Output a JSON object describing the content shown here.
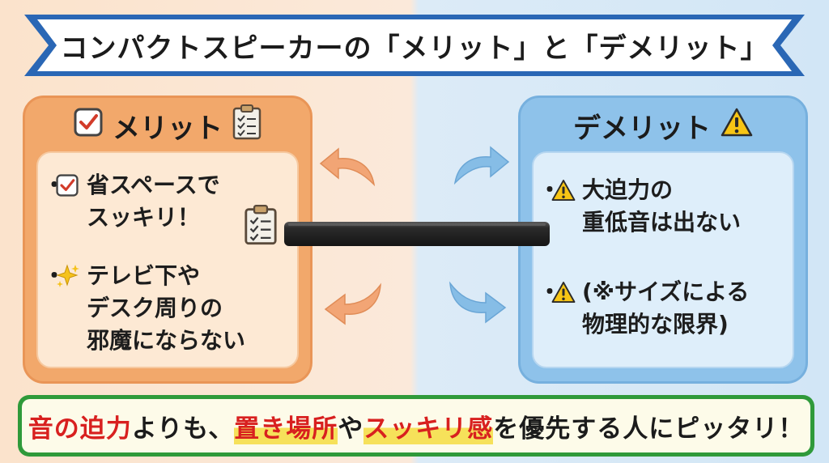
{
  "title": "コンパクトスピーカーの「メリット」と「デメリット」",
  "merit": {
    "heading": "メリット",
    "items": [
      {
        "bullet": "・",
        "text": "省スペースで\nスッキリ！"
      },
      {
        "bullet": "・",
        "text": "テレビ下や\nデスク周りの\n邪魔にならない"
      }
    ]
  },
  "demerit": {
    "heading": "デメリット",
    "items": [
      {
        "bullet": "・",
        "text": "大迫力の\n重低音は出ない"
      },
      {
        "bullet": "・",
        "text": "(※サイズによる\n物理的な限界)"
      }
    ]
  },
  "bottom": {
    "p1": "音の迫力",
    "p2": "よりも、",
    "p3": "置き場所",
    "p4": "や",
    "p5": "スッキリ感",
    "p6": "を優先する人にピッタリ！"
  },
  "colors": {
    "merit": "#f2a86b",
    "demerit": "#8ec2ea",
    "banner_green": "#2f9a3a",
    "highlight_red": "#d8201f"
  },
  "icons": [
    "checkbox-icon",
    "clipboard-icon",
    "warning-icon",
    "sparkle-icon",
    "soundbar-speaker"
  ]
}
